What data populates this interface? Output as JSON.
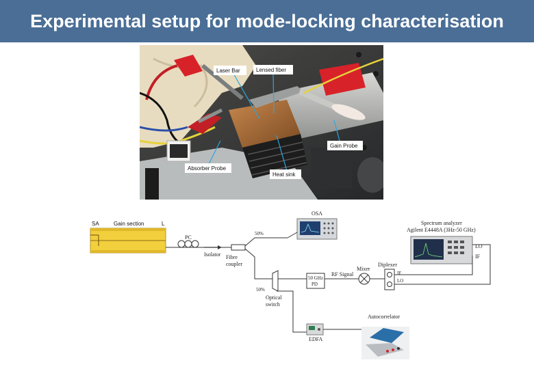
{
  "title": "Experimental setup for mode-locking characterisation",
  "colors": {
    "title_bg": "#4a6e96",
    "title_text": "#ffffff",
    "laser_yellow": "#f2cf3c",
    "photo_red": "#d8222a",
    "fiber_yellow": "#e6d23a"
  },
  "photo": {
    "callouts": {
      "laser_bar": "Laser Bar",
      "lensed_fiber": "Lensed fiber",
      "gain_probe": "Gain Probe",
      "absorber_probe": "Absorber Probe",
      "heat_sink": "Heat sink"
    }
  },
  "diagram": {
    "laser": {
      "sa": "SA",
      "gain": "Gain section",
      "l": "L"
    },
    "pc": "PC",
    "isolator": "Isolator",
    "coupler": [
      "Fibre",
      "coupler"
    ],
    "split_top": "50%",
    "split_bottom": "50%",
    "osa": "OSA",
    "spectrum_analyzer": [
      "Spectrum analyzer",
      "Agilent E4448A (3Hz-50 GHz)"
    ],
    "lo_top": "LO",
    "if_top": "IF",
    "diplexer": "Diplexer",
    "mixer": "Mixer",
    "rf_signal": "RF Signal",
    "pd": [
      "50 GHz",
      "PD"
    ],
    "diplexer_ports": [
      "IF",
      "LO"
    ],
    "optical_switch": [
      "Optical",
      "switch"
    ],
    "autocorrelator": "Autocorrelator",
    "edfa": "EDFA"
  }
}
